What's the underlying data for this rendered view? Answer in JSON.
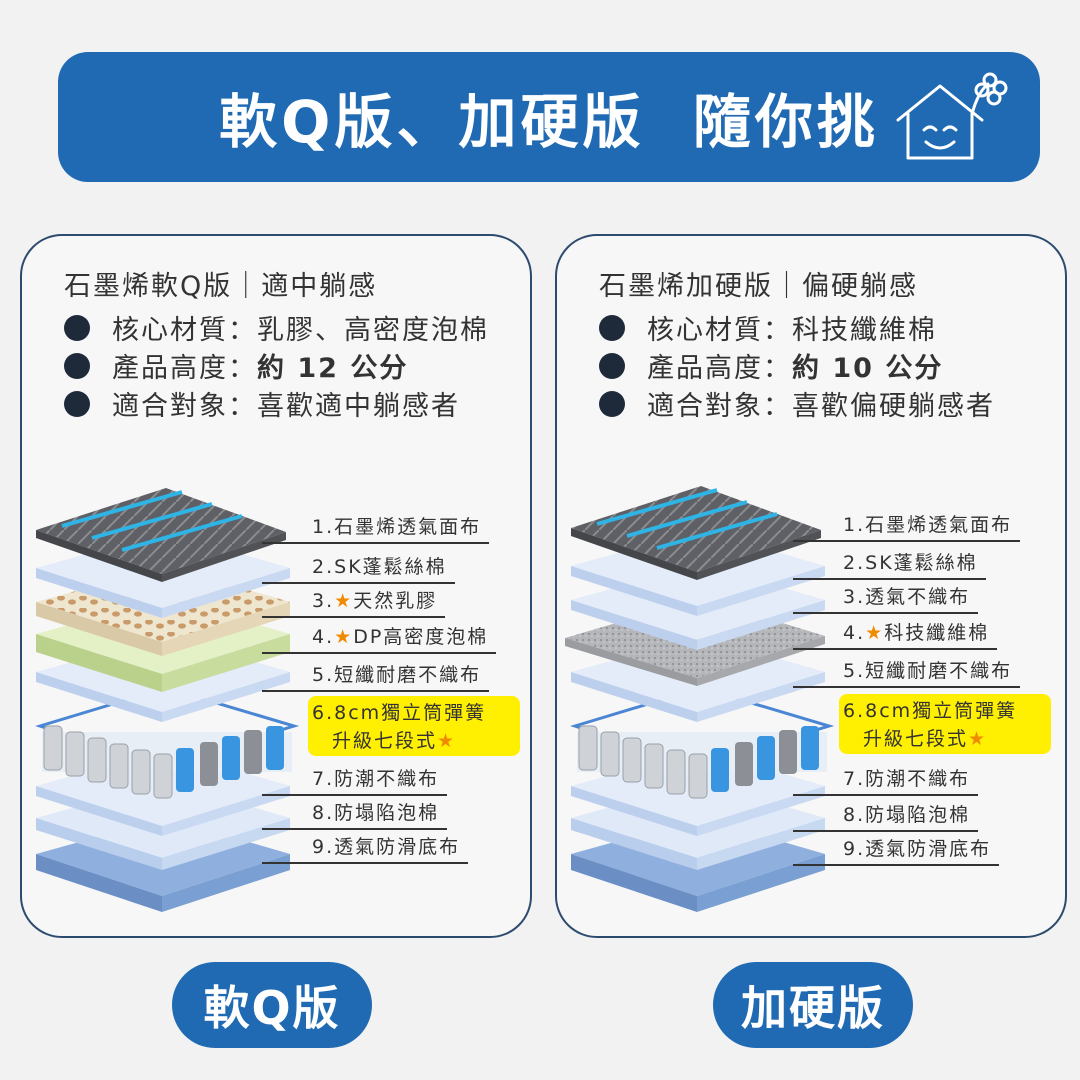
{
  "banner": {
    "title": "軟Q版、加硬版  隨你挑"
  },
  "soft": {
    "heading": "石墨烯軟Q版｜適中躺感",
    "specs": [
      {
        "key": "核心材質：",
        "val": "乳膠、高密度泡棉"
      },
      {
        "key": "產品高度：",
        "val": "約 12 公分"
      },
      {
        "key": "適合對象：",
        "val": "喜歡適中躺感者"
      }
    ],
    "layers": [
      "1.石墨烯透氣面布",
      "2.SK蓬鬆絲棉",
      "3.★天然乳膠",
      "4.★DP高密度泡棉",
      "5.短纖耐磨不織布",
      "6.8cm獨立筒彈簧",
      "升級七段式★",
      "7.防潮不織布",
      "8.防塌陷泡棉",
      "9.透氣防滑底布"
    ],
    "button": "軟Q版"
  },
  "hard": {
    "heading": "石墨烯加硬版｜偏硬躺感",
    "specs": [
      {
        "key": "核心材質：",
        "val": "科技纖維棉"
      },
      {
        "key": "產品高度：",
        "val": "約 10 公分"
      },
      {
        "key": "適合對象：",
        "val": "喜歡偏硬躺感者"
      }
    ],
    "layers": [
      "1.石墨烯透氣面布",
      "2.SK蓬鬆絲棉",
      "3.透氣不織布",
      "4.★科技纖維棉",
      "5.短纖耐磨不織布",
      "6.8cm獨立筒彈簧",
      "升級七段式★",
      "7.防潮不織布",
      "8.防塌陷泡棉",
      "9.透氣防滑底布"
    ],
    "button": "加硬版"
  },
  "colors": {
    "brand": "#1f6ab3",
    "highlight": "#ffef00",
    "star": "#f08a00",
    "panel_border": "#2d4b6e"
  }
}
